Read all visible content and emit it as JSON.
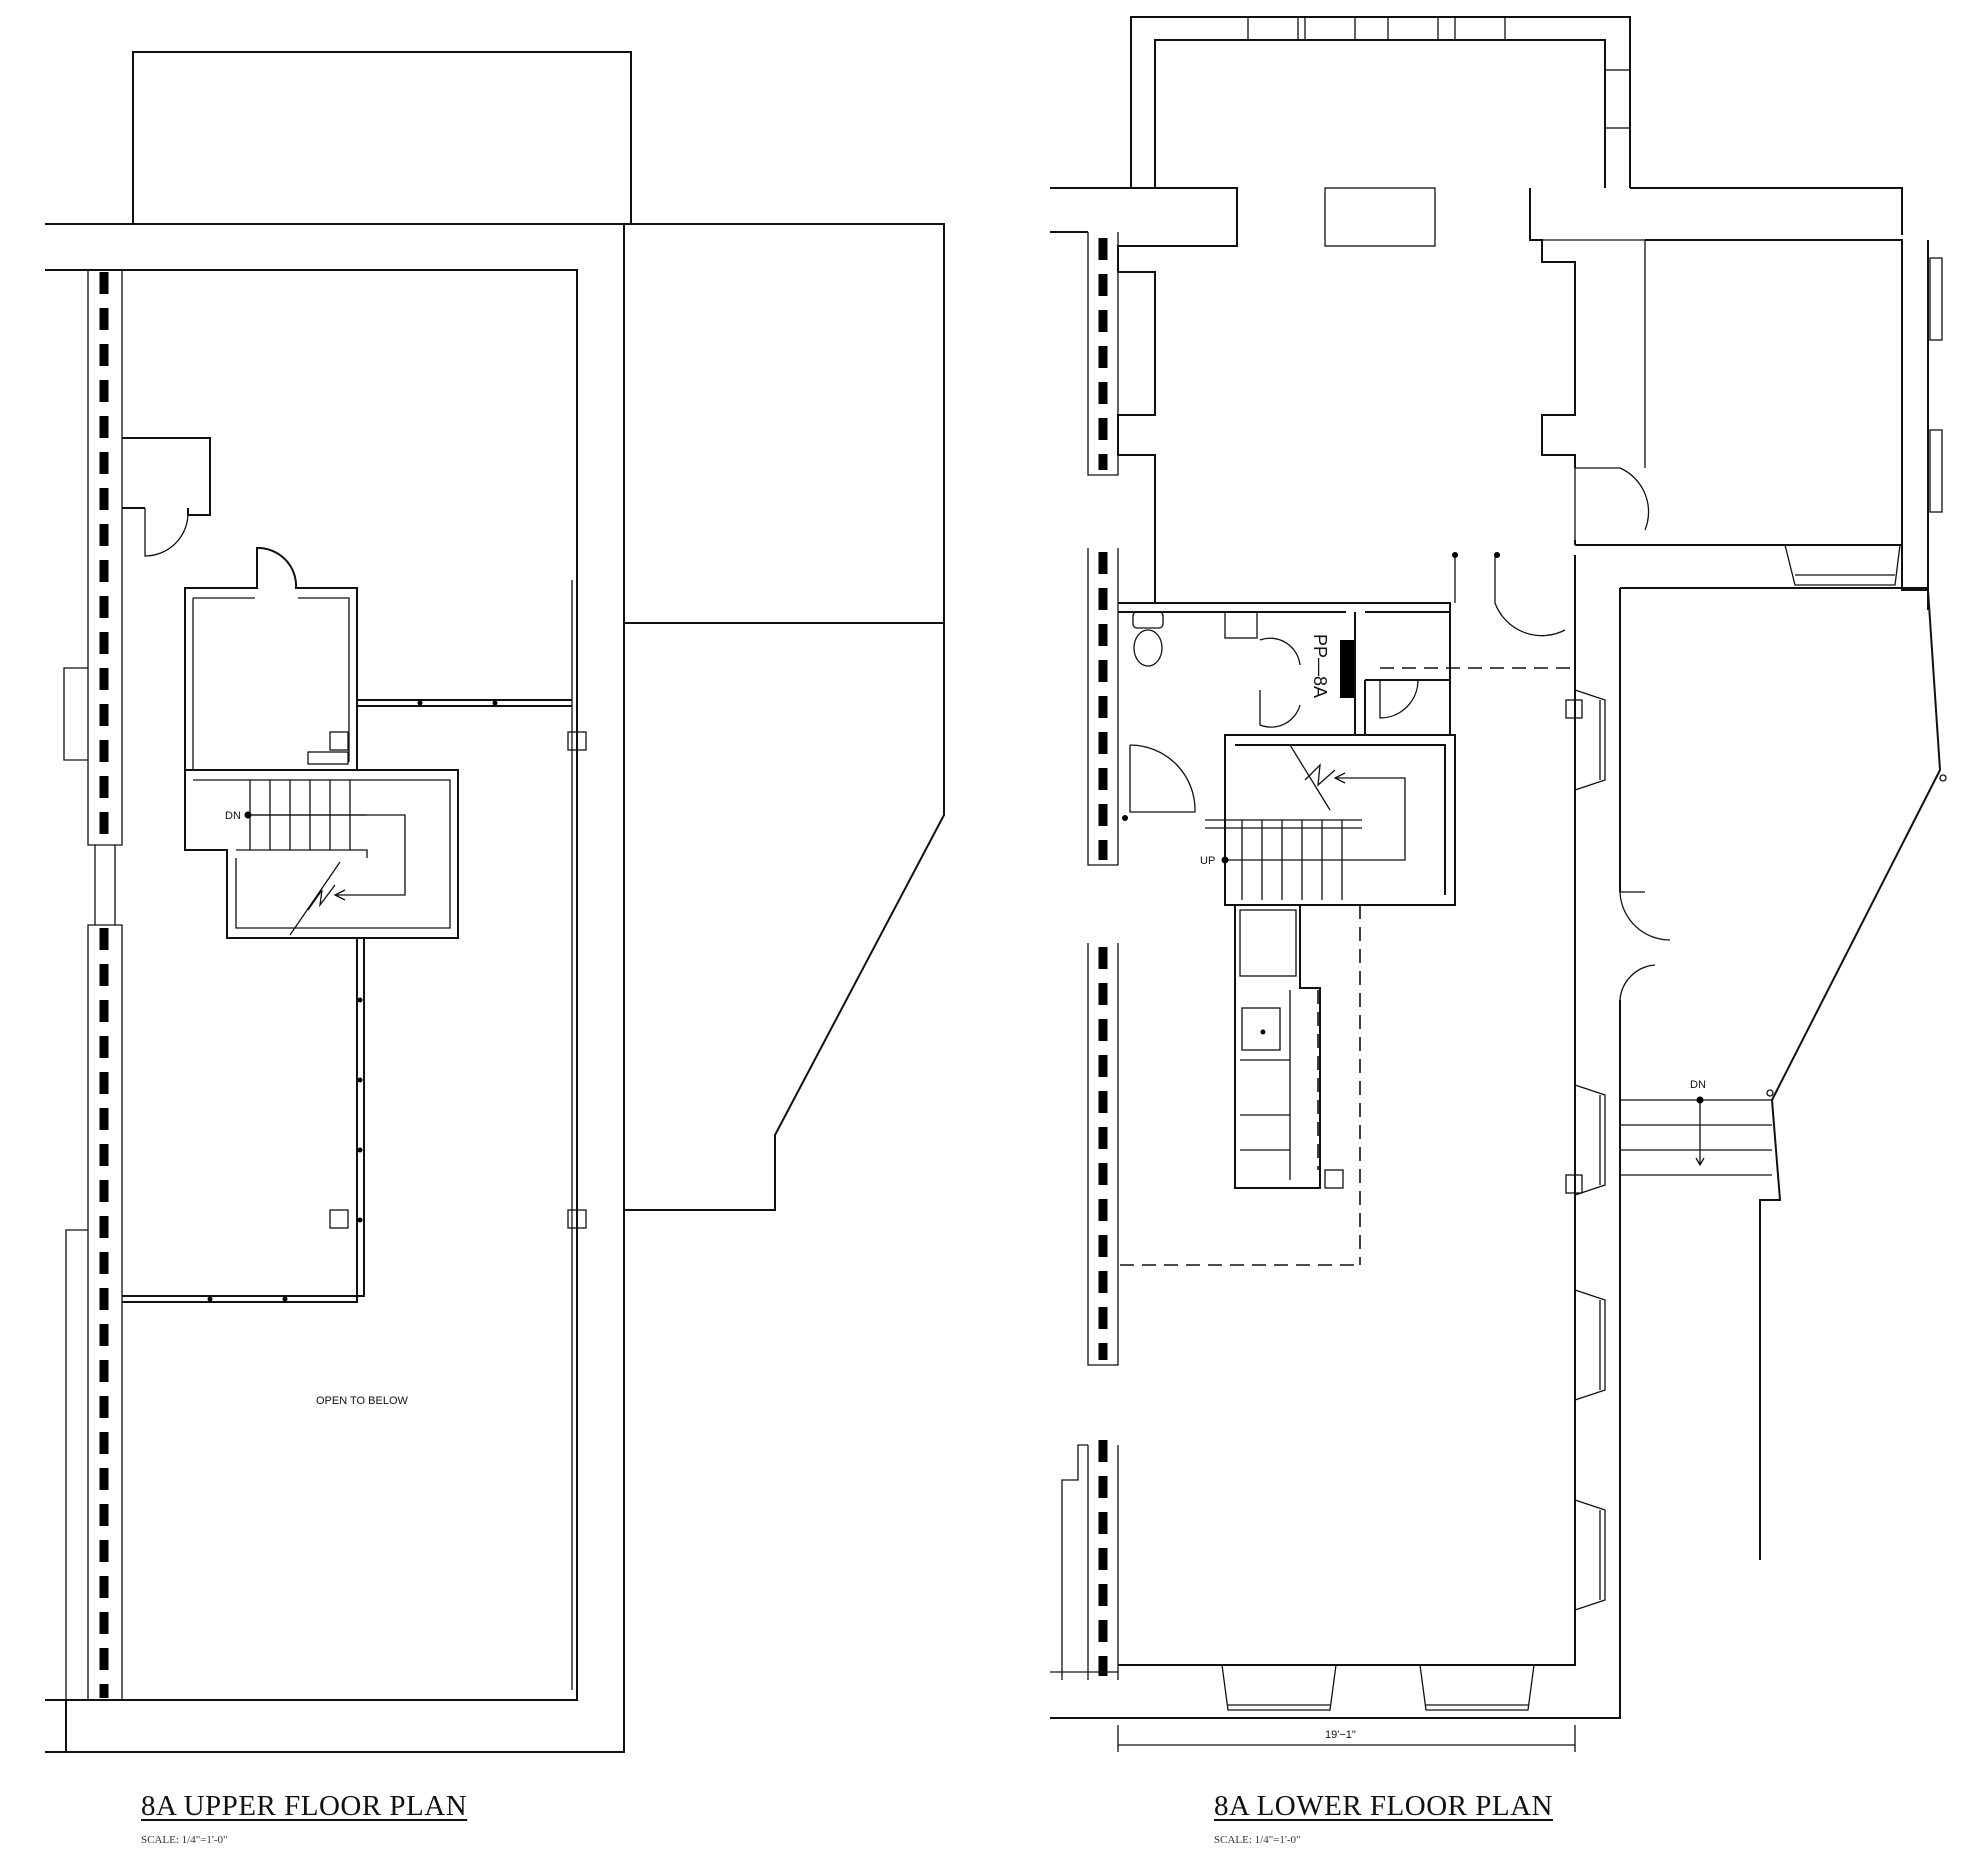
{
  "upper_plan": {
    "title": "8A UPPER FLOOR PLAN",
    "scale": "SCALE: 1/4\"=1'-0\"",
    "open_label": "OPEN TO BELOW",
    "stair_label": "DN"
  },
  "lower_plan": {
    "title": "8A LOWER FLOOR PLAN",
    "scale": "SCALE: 1/4\"=1'-0\"",
    "stair_label": "UP",
    "exterior_stair_label": "DN",
    "panel_tag": "PP—8A",
    "dimension": "19'−1\""
  }
}
